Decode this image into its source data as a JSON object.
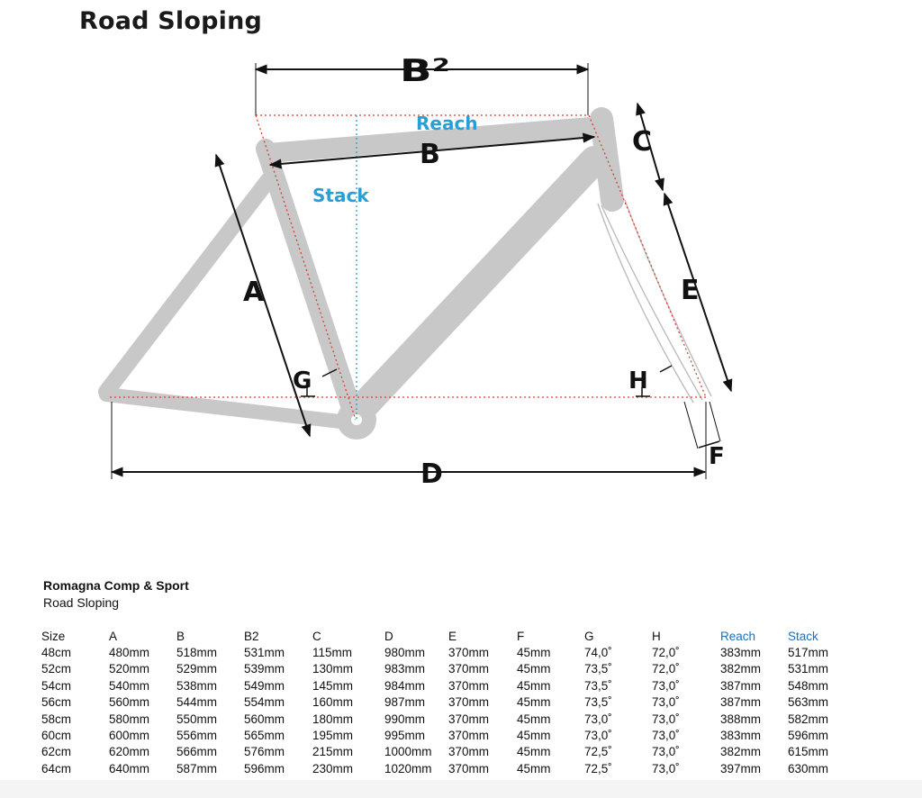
{
  "title": "Road Sloping",
  "diagram_labels": {
    "A": "A",
    "B": "B",
    "B2": "B²",
    "C": "C",
    "D": "D",
    "E": "E",
    "F": "F",
    "G": "G",
    "H": "H",
    "reach": "Reach",
    "stack": "Stack"
  },
  "colors": {
    "frame": "#c8c8c8",
    "dims": "#111111",
    "blue": "#2a9fd6",
    "dotted_red": "#d9412f",
    "header_blue": "#1f6fb8"
  },
  "model": {
    "name": "Romagna Comp & Sport",
    "subtitle": "Road Sloping"
  },
  "table": {
    "headers": [
      "Size",
      "A",
      "B",
      "B2",
      "C",
      "D",
      "E",
      "F",
      "G",
      "H",
      "Reach",
      "Stack"
    ],
    "rows": [
      [
        "48cm",
        "480mm",
        "518mm",
        "531mm",
        "115mm",
        "980mm",
        "370mm",
        "45mm",
        "74,0˚",
        "72,0˚",
        "383mm",
        "517mm"
      ],
      [
        "52cm",
        "520mm",
        "529mm",
        "539mm",
        "130mm",
        "983mm",
        "370mm",
        "45mm",
        "73,5˚",
        "72,0˚",
        "382mm",
        "531mm"
      ],
      [
        "54cm",
        "540mm",
        "538mm",
        "549mm",
        "145mm",
        "984mm",
        "370mm",
        "45mm",
        "73,5˚",
        "73,0˚",
        "387mm",
        "548mm"
      ],
      [
        "56cm",
        "560mm",
        "544mm",
        "554mm",
        "160mm",
        "987mm",
        "370mm",
        "45mm",
        "73,5˚",
        "73,0˚",
        "387mm",
        "563mm"
      ],
      [
        "58cm",
        "580mm",
        "550mm",
        "560mm",
        "180mm",
        "990mm",
        "370mm",
        "45mm",
        "73,0˚",
        "73,0˚",
        "388mm",
        "582mm"
      ],
      [
        "60cm",
        "600mm",
        "556mm",
        "565mm",
        "195mm",
        "995mm",
        "370mm",
        "45mm",
        "73,0˚",
        "73,0˚",
        "383mm",
        "596mm"
      ],
      [
        "62cm",
        "620mm",
        "566mm",
        "576mm",
        "215mm",
        "1000mm",
        "370mm",
        "45mm",
        "72,5˚",
        "73,0˚",
        "382mm",
        "615mm"
      ],
      [
        "64cm",
        "640mm",
        "587mm",
        "596mm",
        "230mm",
        "1020mm",
        "370mm",
        "45mm",
        "72,5˚",
        "73,0˚",
        "397mm",
        "630mm"
      ]
    ]
  }
}
